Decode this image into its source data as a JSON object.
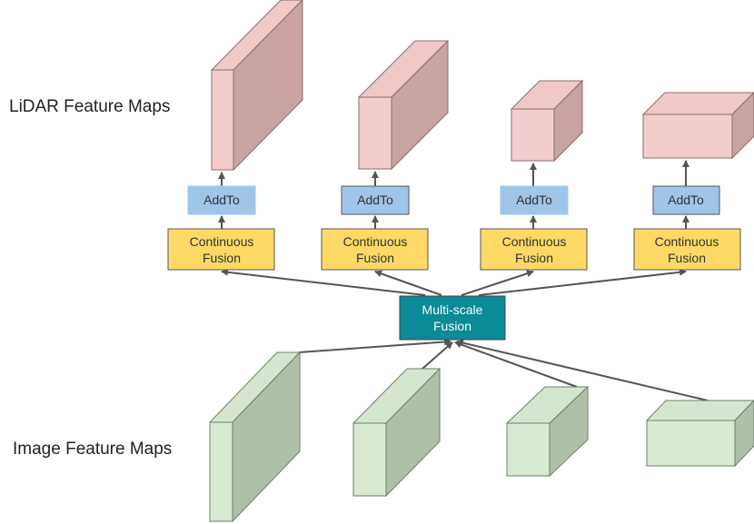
{
  "labels": {
    "lidar": "LiDAR Feature Maps",
    "image": "Image Feature Maps"
  },
  "center_node": {
    "line1": "Multi-scale",
    "line2": "Fusion"
  },
  "columns": [
    {
      "addto": "AddTo",
      "fusion_line1": "Continuous",
      "fusion_line2": "Fusion"
    },
    {
      "addto": "AddTo",
      "fusion_line1": "Continuous",
      "fusion_line2": "Fusion"
    },
    {
      "addto": "AddTo",
      "fusion_line1": "Continuous",
      "fusion_line2": "Fusion"
    },
    {
      "addto": "AddTo",
      "fusion_line1": "Continuous",
      "fusion_line2": "Fusion"
    }
  ],
  "colors": {
    "lidar_front": "#f4cccc",
    "lidar_side": "#c9a3a3",
    "lidar_top": "#f1c7c7",
    "image_front": "#d9ead3",
    "image_side": "#afbfa9",
    "image_top": "#d5e6ce",
    "addto_fill": "#9fc5e8",
    "fusion_fill": "#ffd966",
    "center_fill": "#0b8a97",
    "arrow": "#555555"
  }
}
